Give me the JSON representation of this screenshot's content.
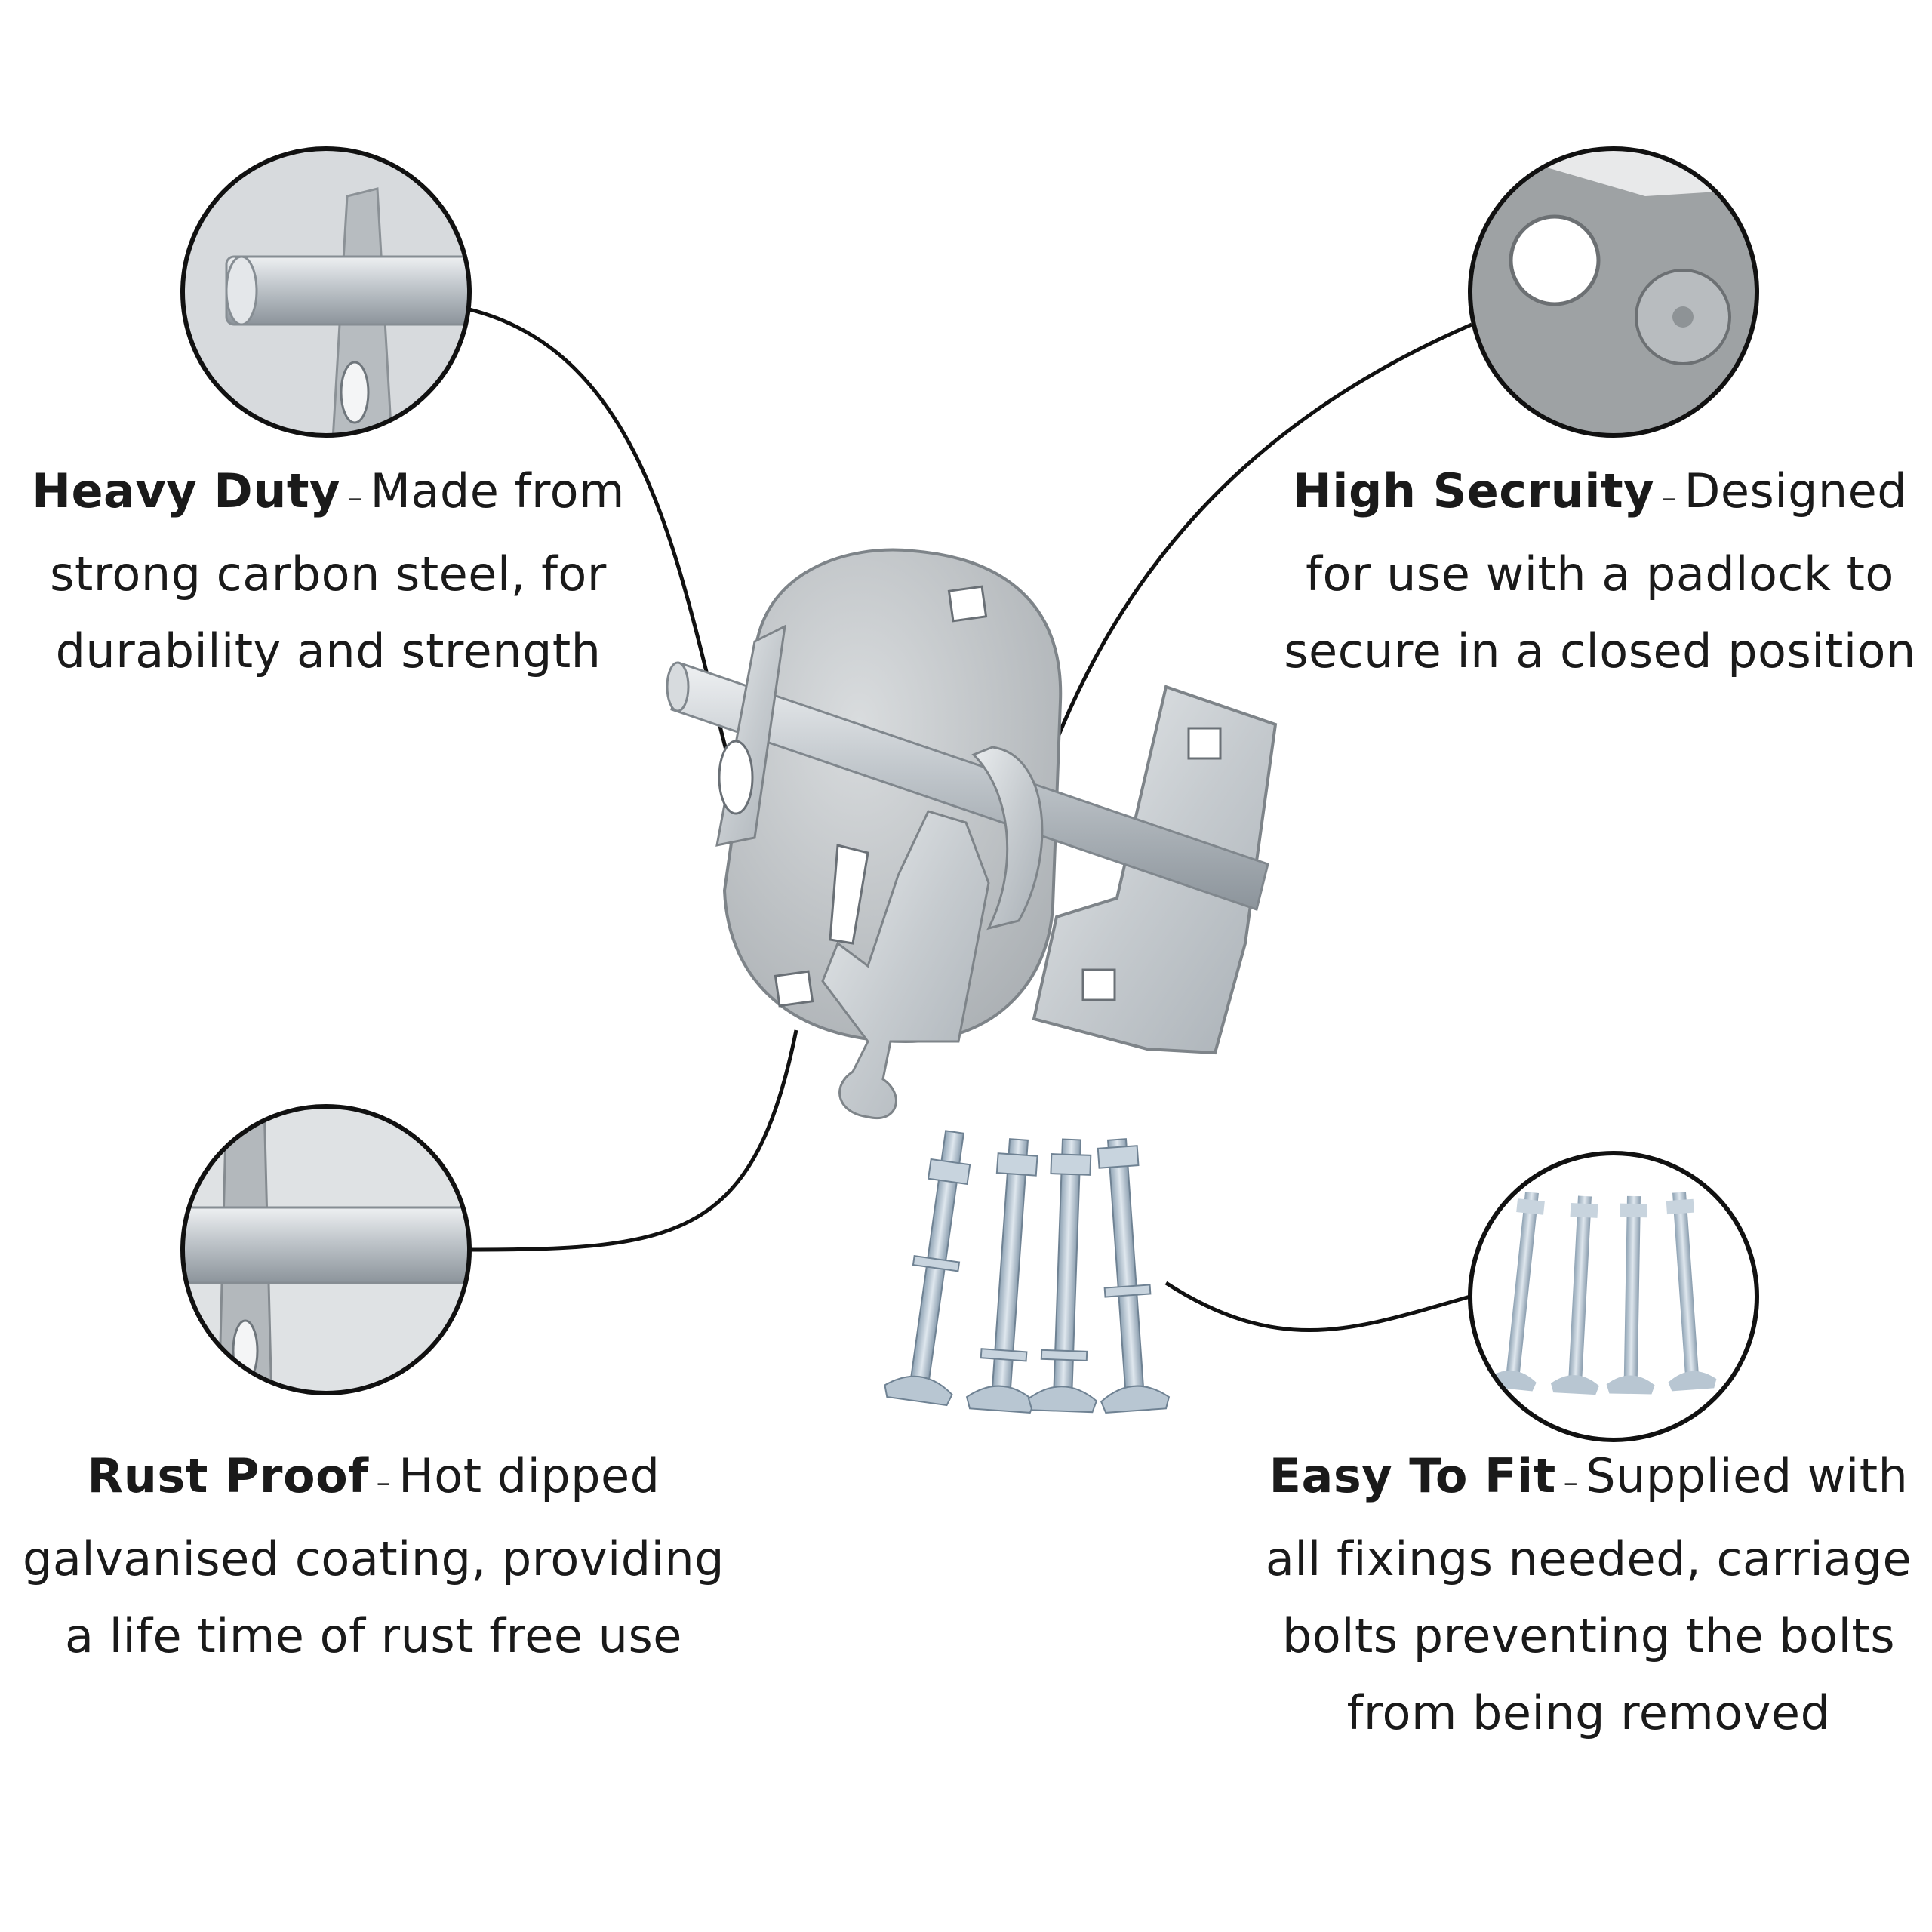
{
  "features": [
    {
      "id": "heavy-duty",
      "heading": "Heavy Duty",
      "separator": "–",
      "lines": [
        "Made from",
        "strong carbon steel, for",
        "durability and strength"
      ]
    },
    {
      "id": "high-security",
      "heading": "High Secruity",
      "separator": "–",
      "lines": [
        "Designed",
        "for use with a padlock to",
        "secure in a closed position"
      ]
    },
    {
      "id": "rust-proof",
      "heading": "Rust Proof",
      "separator": "–",
      "lines": [
        "Hot dipped",
        "galvanised coating, providing",
        "a life time of rust free use"
      ]
    },
    {
      "id": "easy-to-fit",
      "heading": "Easy To Fit",
      "separator": "–",
      "lines": [
        "Supplied with",
        "all fixings needed, carriage",
        "bolts preventing the bolts",
        "from being removed"
      ]
    }
  ],
  "colors": {
    "metal": "#c9cdd1",
    "metal_dark": "#8e959b",
    "metal_light": "#e6e9ec",
    "outline": "#111111",
    "zinc": "#b9c7d3"
  },
  "icons": [
    "heavy-duty-zoom-circle",
    "high-security-zoom-circle",
    "rust-proof-zoom-circle",
    "easy-to-fit-zoom-circle",
    "padlock-bolt-image",
    "carriage-bolts-image"
  ]
}
